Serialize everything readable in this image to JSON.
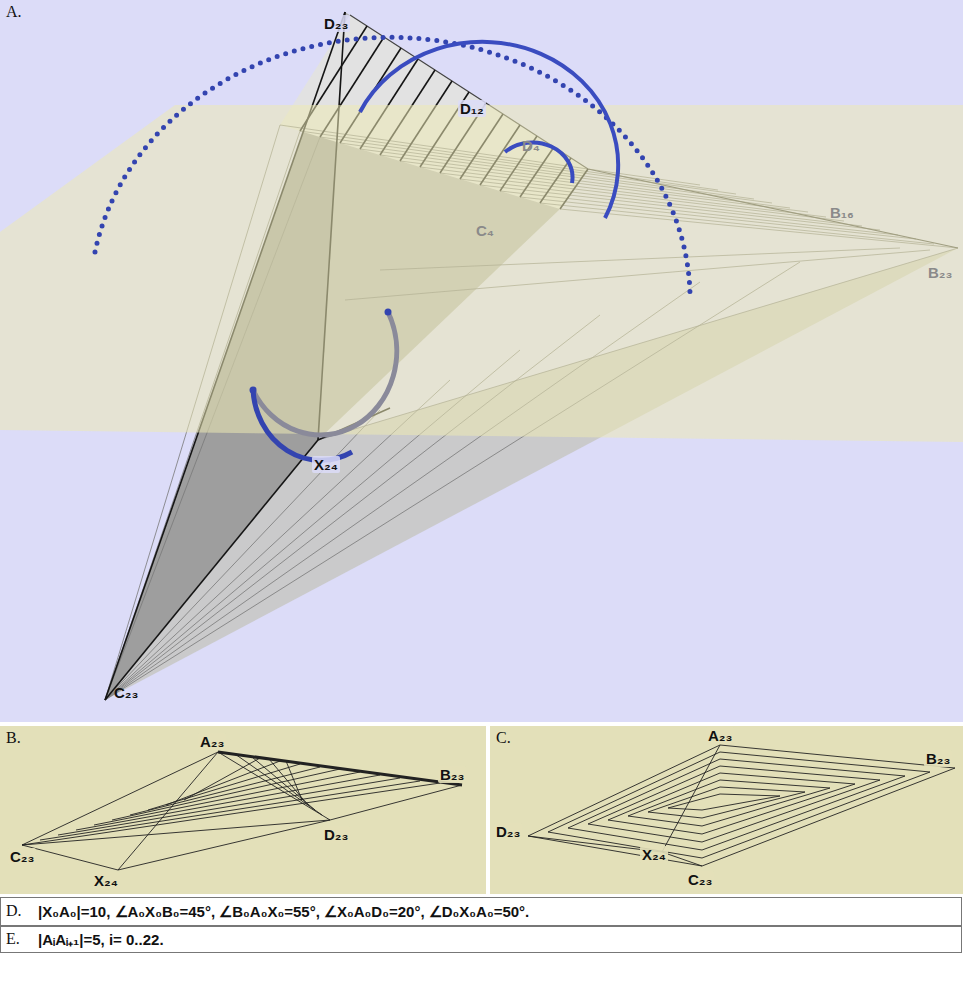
{
  "diagram": {
    "labels": [
      "A.",
      "D₂₃",
      "D₁₂",
      "D₄",
      "C₄",
      "B₁₆",
      "B₂₃",
      "X₂₄",
      "C₂₃",
      "B.",
      "A₂₃",
      "B₂₃",
      "C₂₃",
      "D₂₃",
      "X₂₄",
      "C.",
      "A₂₃",
      "B₂₃",
      "D₂₃",
      "X₂₄",
      "C₂₃",
      "D.",
      "|X₀A₀|=10, ∠A₀X₀B₀=45°, ∠B₀A₀X₀=55°, ∠X₀A₀D₀=20°, ∠D₀X₀A₀=50°.",
      "E.",
      "|AᵢAᵢ₊₁|=5, i= 0..22."
    ]
  }
}
